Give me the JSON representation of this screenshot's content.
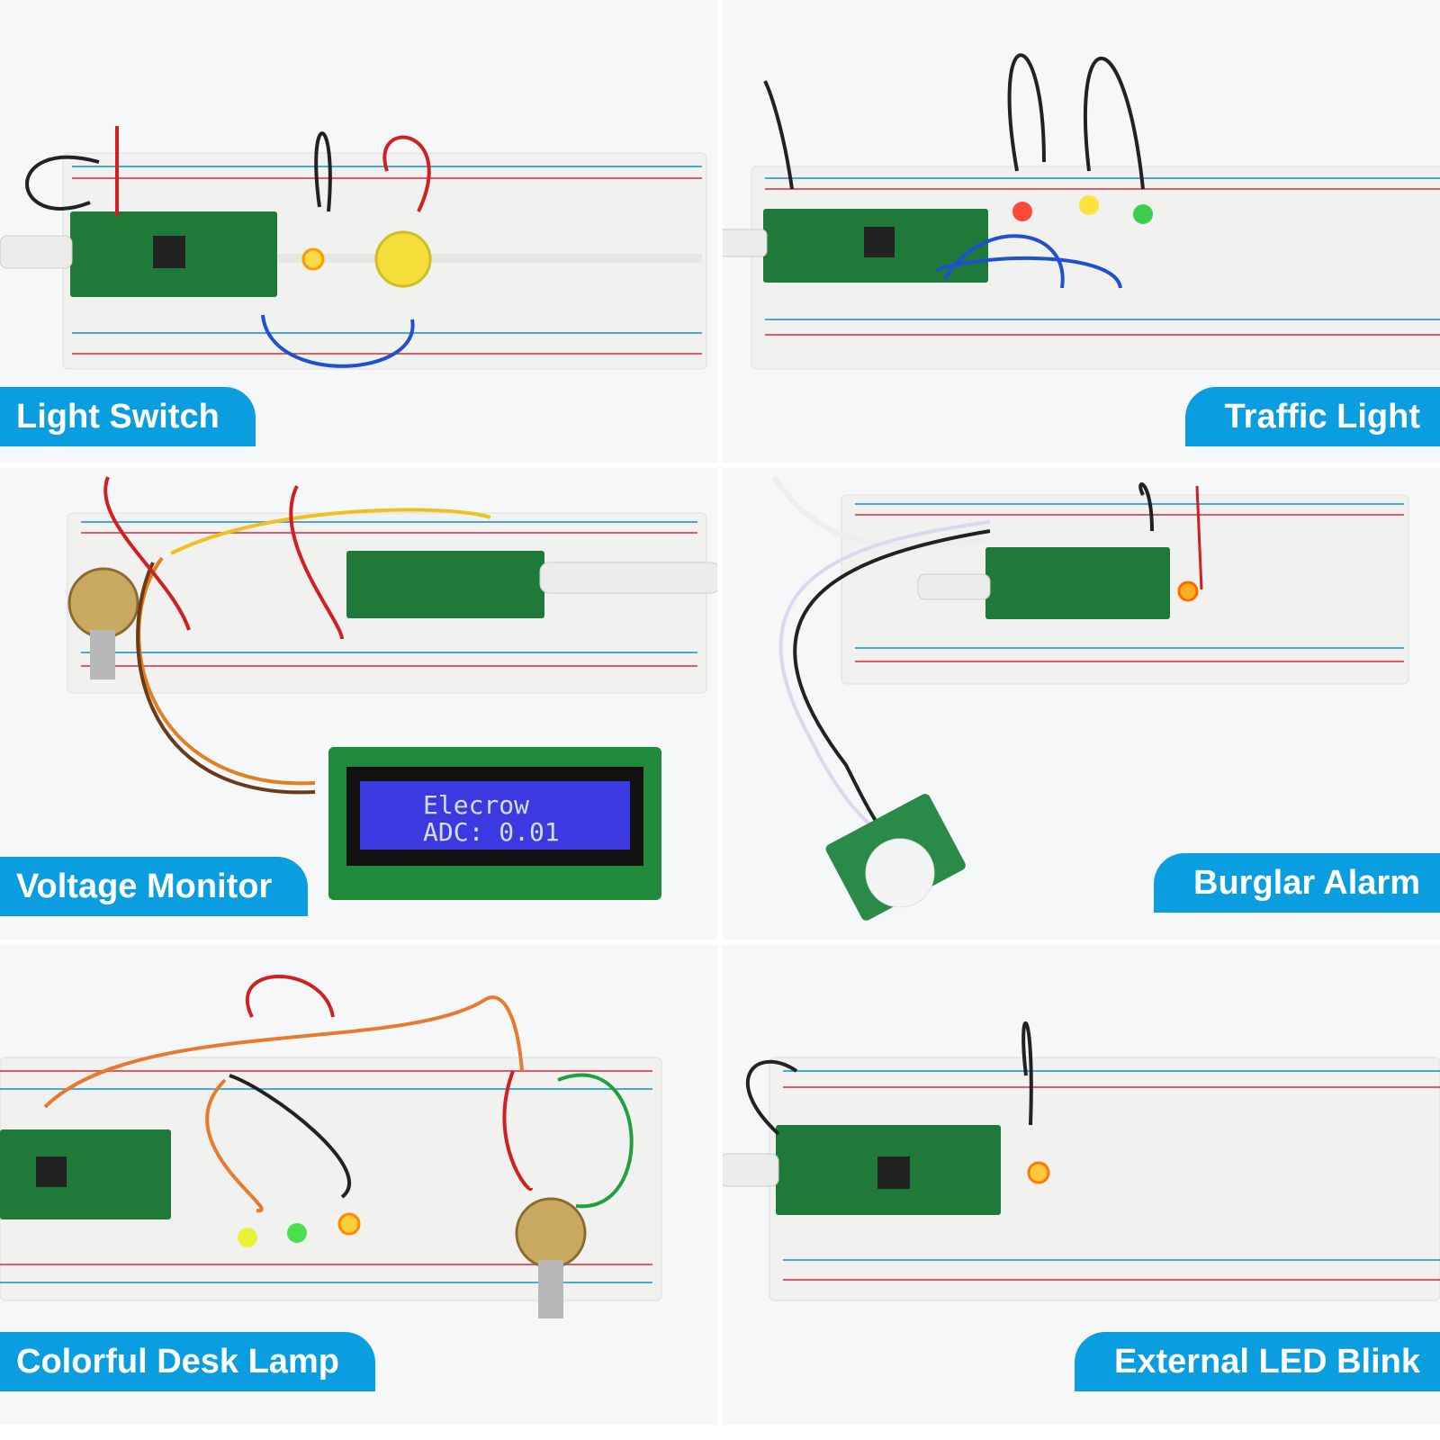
{
  "panels": [
    {
      "title": "Light Switch"
    },
    {
      "title": "Traffic Light"
    },
    {
      "title": "Voltage Monitor"
    },
    {
      "title": "Burglar Alarm"
    },
    {
      "title": "Colorful Desk Lamp"
    },
    {
      "title": "External LED Blink"
    }
  ],
  "lcd": {
    "line1": "Elecrow",
    "line2": "ADC: 0.01"
  },
  "colors": {
    "label_bg": "#0a9de0",
    "label_text": "#ffffff",
    "board": "#1f7a3a",
    "breadboard": "#f1f1ef"
  },
  "icons": [
    "raspberry-pi-pico-board",
    "breadboard",
    "led",
    "push-button",
    "potentiometer",
    "lcd-display",
    "pir-sensor",
    "usb-cable",
    "jumper-wire"
  ]
}
